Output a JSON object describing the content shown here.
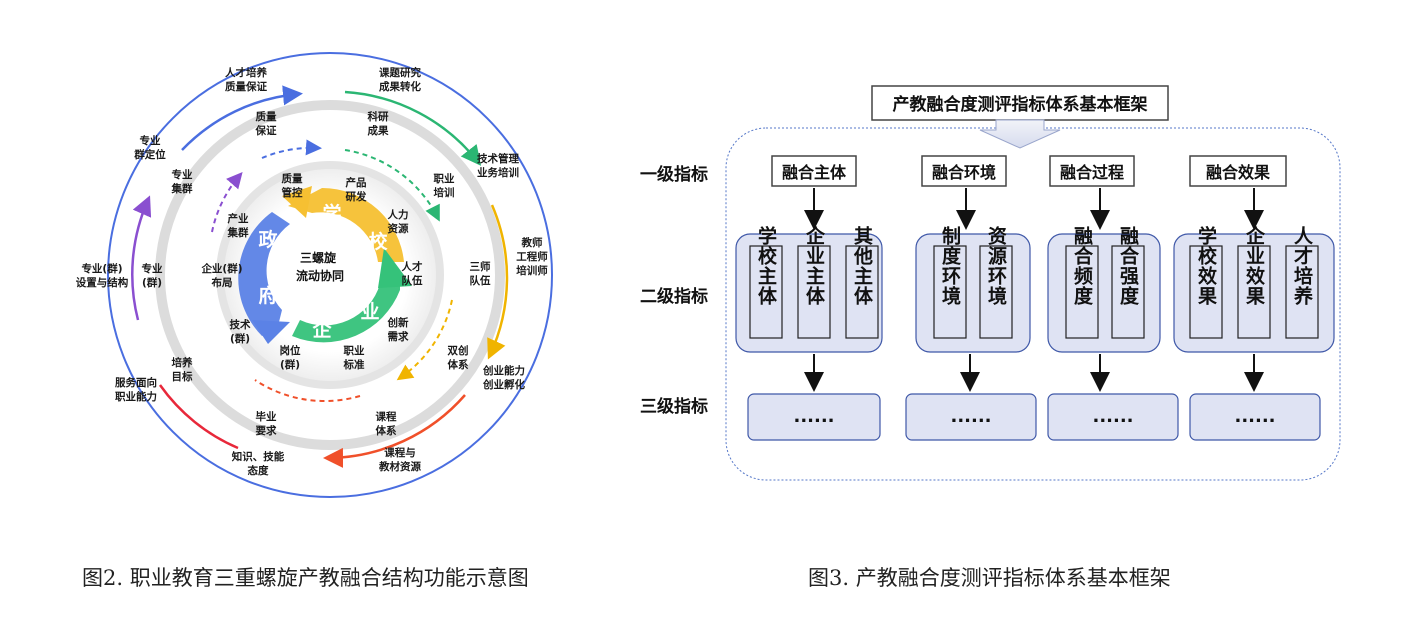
{
  "figure2": {
    "center": [
      "三螺旋",
      "流动协同"
    ],
    "segments": [
      "学",
      "校",
      "政",
      "府",
      "企",
      "业"
    ],
    "inner_ring": [
      [
        "质量",
        "管控"
      ],
      [
        "产品",
        "研发"
      ],
      [
        "人力",
        "资源"
      ],
      [
        "人才",
        "队伍"
      ],
      [
        "创新",
        "需求"
      ],
      [
        "职业",
        "标准"
      ],
      [
        "岗位",
        "(群)"
      ],
      [
        "技术",
        "(群)"
      ],
      [
        "企业(群)",
        "布局"
      ],
      [
        "产业",
        "集群"
      ]
    ],
    "middle_ring": [
      [
        "质量",
        "保证"
      ],
      [
        "科研",
        "成果"
      ],
      [
        "职业",
        "培训"
      ],
      [
        "三师",
        "队伍"
      ],
      [
        "双创",
        "体系"
      ],
      [
        "课程",
        "体系"
      ],
      [
        "毕业",
        "要求"
      ],
      [
        "培养",
        "目标"
      ],
      [
        "专业",
        "(群)"
      ],
      [
        "专业",
        "集群"
      ]
    ],
    "outer_ring": [
      [
        "人才培养",
        "质量保证"
      ],
      [
        "课题研究",
        "成果转化"
      ],
      [
        "技术管理",
        "业务培训"
      ],
      [
        "教师",
        "工程师",
        "培训师"
      ],
      [
        "创业能力",
        "创业孵化"
      ],
      [
        "课程与",
        "教材资源"
      ],
      [
        "知识、技能",
        "态度"
      ],
      [
        "服务面向",
        "职业能力"
      ],
      [
        "专业(群)",
        "设置与结构"
      ],
      [
        "专业",
        "群定位"
      ]
    ],
    "caption": "图2. 职业教育三重螺旋产教融合结构功能示意图"
  },
  "figure3": {
    "title": "产教融合度测评指标体系基本框架",
    "levels": [
      "一级指标",
      "二级指标",
      "三级指标"
    ],
    "columns": [
      {
        "level1": "融合主体",
        "level2": [
          "学校主体",
          "企业主体",
          "其他主体"
        ],
        "level3": "......"
      },
      {
        "level1": "融合环境",
        "level2": [
          "制度环境",
          "资源环境"
        ],
        "level3": "......"
      },
      {
        "level1": "融合过程",
        "level2": [
          "融合频度",
          "融合强度"
        ],
        "level3": "......"
      },
      {
        "level1": "融合效果",
        "level2": [
          "学校效果",
          "企业效果",
          "人才培养"
        ],
        "level3": "......"
      }
    ],
    "caption": "图3.  产教融合度测评指标体系基本框架"
  },
  "colors": {
    "school": "#f6c032",
    "government": "#5b82e6",
    "enterprise": "#35c27a",
    "outer_ring": "#4a6ee0",
    "box_fill": "#dfe3f3",
    "box_stroke": "#3f58a8"
  }
}
